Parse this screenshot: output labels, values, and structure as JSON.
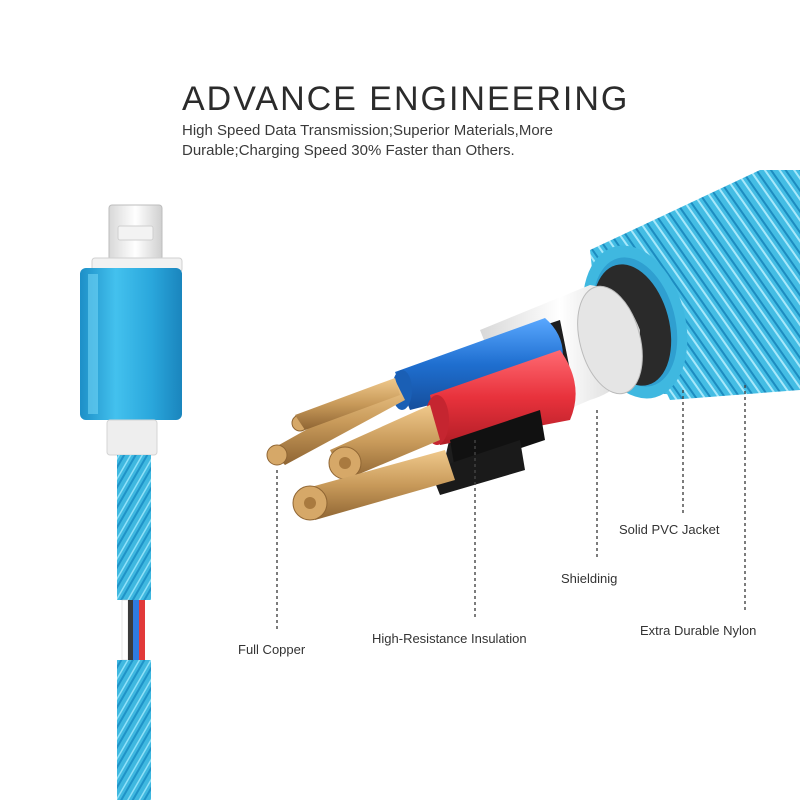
{
  "header": {
    "title": "ADVANCE ENGINEERING",
    "subtitle_line1": "High Speed Data Transmission;Superior Materials,More",
    "subtitle_line2": "Durable;Charging Speed 30% Faster than Others."
  },
  "callouts": {
    "full_copper": "Full Copper",
    "insulation": "High-Resistance Insulation",
    "shielding": "Shieldinig",
    "pvc_jacket": "Solid PVC Jacket",
    "nylon": "Extra Durable Nylon"
  },
  "colors": {
    "nylon_blue": "#3fb8e0",
    "connector_blue": "#2aa7dc",
    "insulation_blue": "#1f6fd0",
    "insulation_red": "#e8323c",
    "copper": "#c89a5a",
    "jacket_dark": "#2a2a2a",
    "shield_silver": "#cfcfcf"
  }
}
